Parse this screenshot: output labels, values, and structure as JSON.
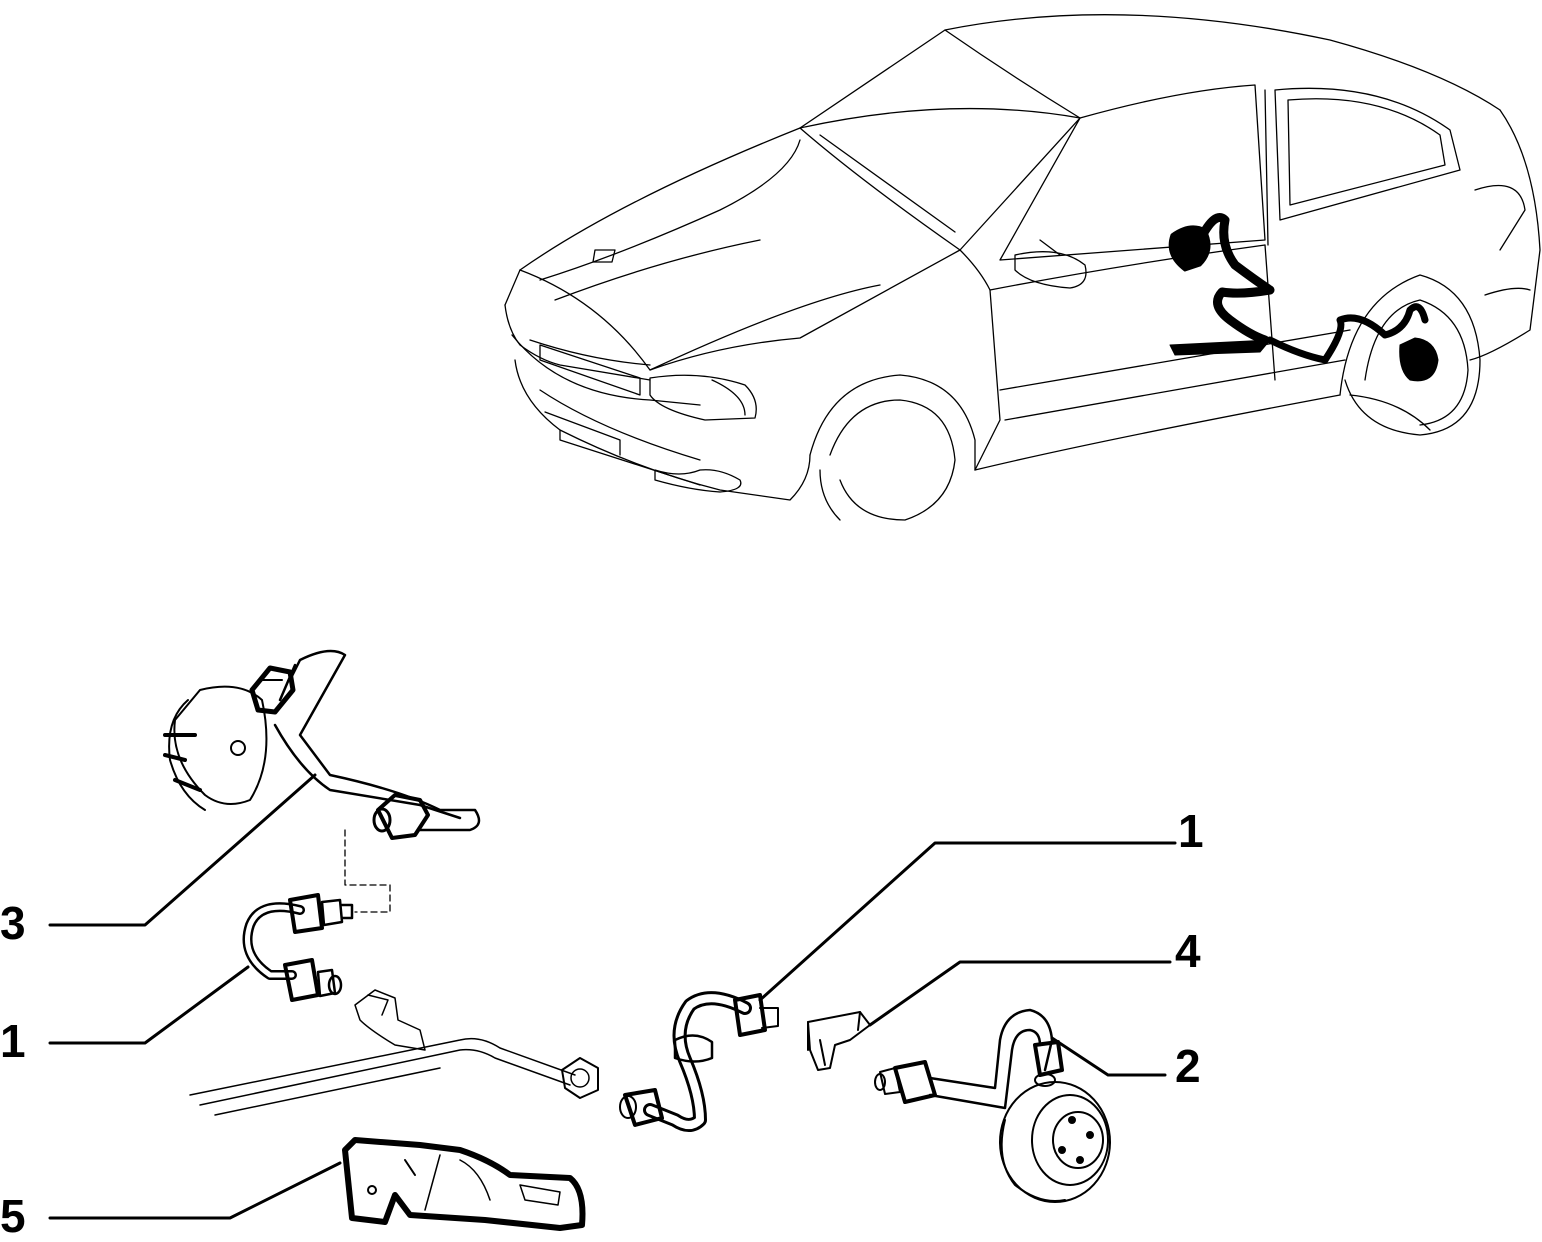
{
  "diagram": {
    "type": "exploded-parts-diagram",
    "line_color": "#000000",
    "background": "#ffffff",
    "callouts": [
      {
        "id": "callout-3-left",
        "label": "3"
      },
      {
        "id": "callout-1-left",
        "label": "1"
      },
      {
        "id": "callout-5-left",
        "label": "5"
      },
      {
        "id": "callout-1-right",
        "label": "1"
      },
      {
        "id": "callout-4-right",
        "label": "4"
      },
      {
        "id": "callout-2-right",
        "label": "2"
      }
    ]
  }
}
